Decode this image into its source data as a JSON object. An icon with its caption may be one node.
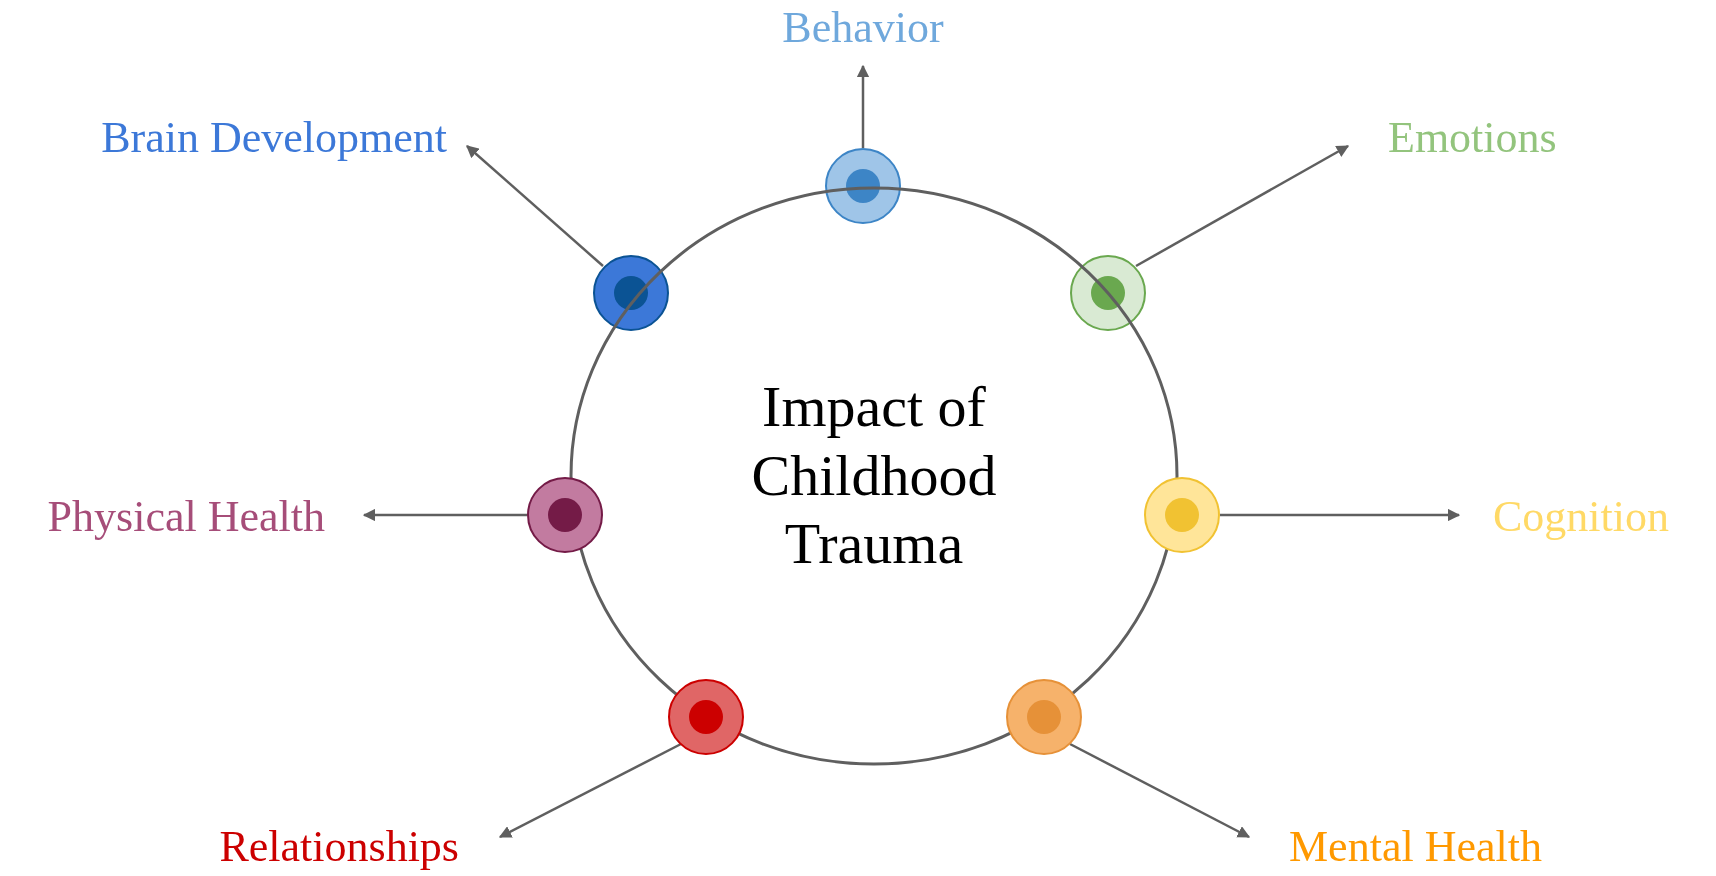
{
  "diagram": {
    "nodes": [
      {
        "text": [
          "Behavior"
        ]
      },
      {
        "text": [
          "Brain Development"
        ]
      },
      {
        "text": [
          "Emotions"
        ]
      },
      {
        "text": [],
        "shape": "circle"
      },
      {
        "text": [],
        "shape": "circle"
      },
      {
        "text": [],
        "shape": "circle"
      },
      {
        "text": [
          "Impact of Childhood Trauma"
        ]
      },
      {
        "text": [],
        "shape": "circle"
      },
      {
        "text": [],
        "shape": "circle"
      },
      {
        "text": [
          "Physical Health"
        ]
      },
      {
        "text": [
          "Cognition"
        ]
      },
      {
        "text": [],
        "shape": "circle"
      },
      {
        "text": [],
        "shape": "circle"
      },
      {
        "text": [
          "Relationships"
        ]
      },
      {
        "text": [
          "Mental Health"
        ]
      }
    ],
    "edges": [
      {
        "from": 3,
        "to": 0,
        "arrow": "to"
      },
      {
        "from": 4,
        "to": 1,
        "arrow": "to"
      },
      {
        "from": 5,
        "to": 2,
        "arrow": "to"
      },
      {
        "from": 7,
        "to": 9,
        "arrow": "to"
      },
      {
        "from": 8,
        "to": 10,
        "arrow": "to"
      },
      {
        "from": 11,
        "to": 13,
        "arrow": "to"
      },
      {
        "from": 12,
        "to": 14,
        "arrow": "to"
      }
    ]
  }
}
